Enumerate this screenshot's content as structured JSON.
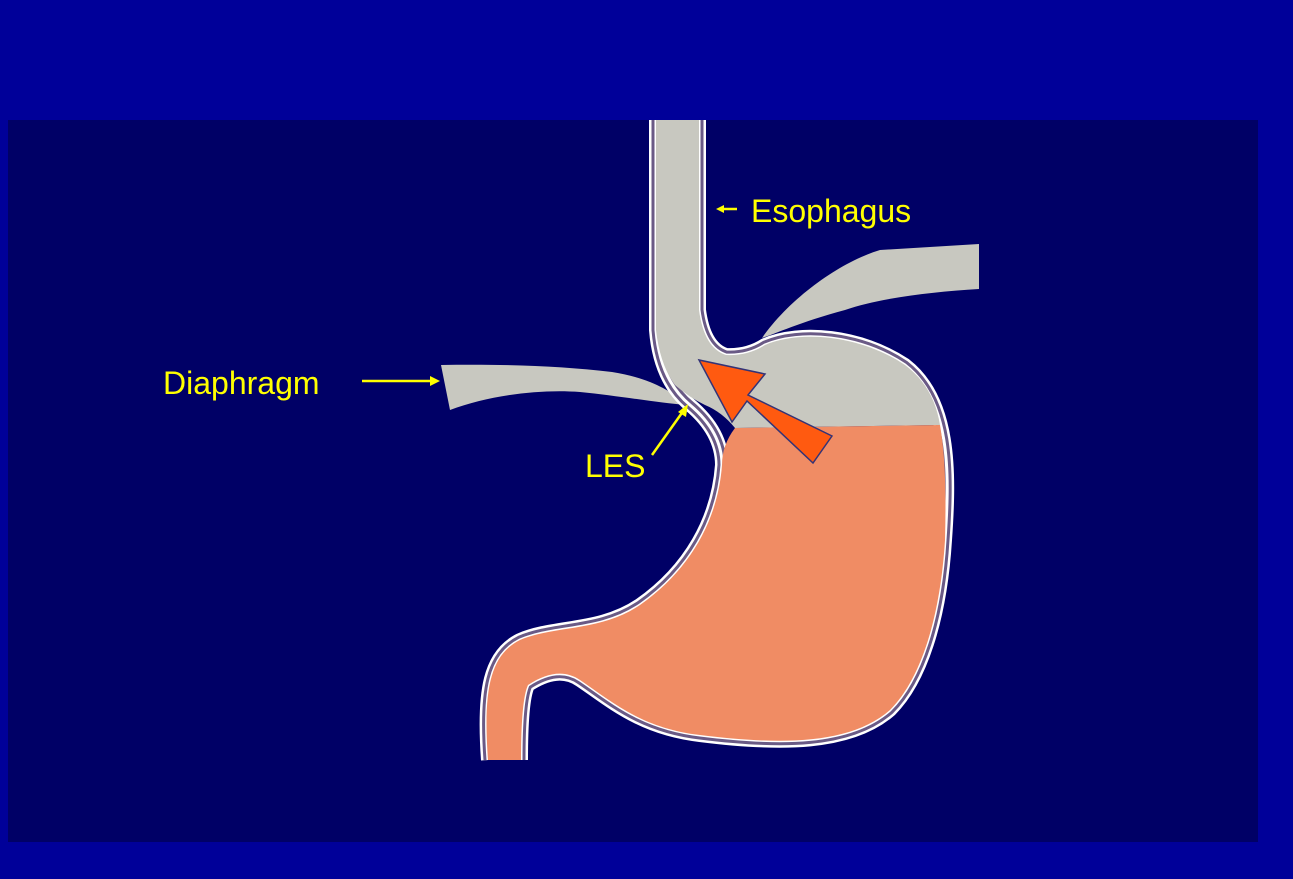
{
  "labels": {
    "esophagus": "Esophagus",
    "diaphragm": "Diaphragm",
    "les": "LES"
  },
  "colors": {
    "slide_background": "#000099",
    "image_background": "#000066",
    "label_text": "#ffff00",
    "tissue_gray": "#c8c8c0",
    "stomach_contents": "#f08c64",
    "wall_outline": "#ffffff",
    "wall_shadow": "#6a5a86",
    "reflux_arrow": "#ff5a10",
    "reflux_arrow_outline": "#333377"
  }
}
